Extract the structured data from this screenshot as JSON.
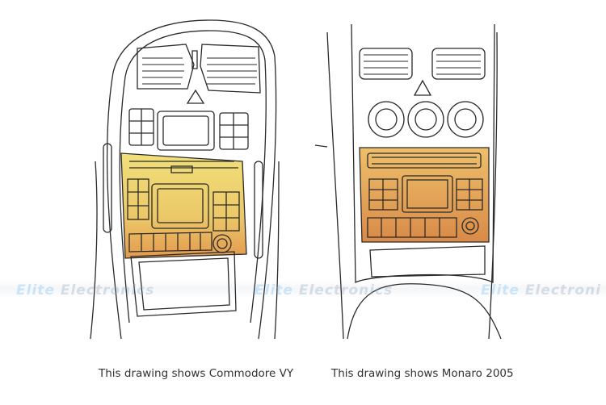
{
  "captions": {
    "left": "This drawing shows Commodore VY",
    "right": "This drawing shows Monaro 2005"
  },
  "watermark": {
    "brand": "Elite",
    "word": "Electronics",
    "word_cut": "Electroni"
  },
  "colors": {
    "line": "#2a2a2a",
    "panel_top": "#f1e07a",
    "panel_bottom": "#e39a4e",
    "monaro_top": "#eec06a",
    "monaro_bottom": "#d98a48"
  }
}
